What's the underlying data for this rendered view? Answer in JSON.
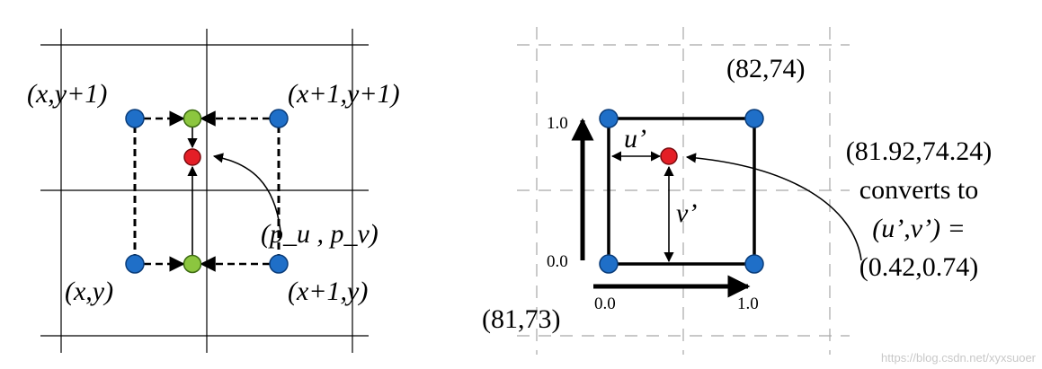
{
  "left_panel": {
    "corner_top_left": "(x,y+1)",
    "corner_top_right": "(x+1,y+1)",
    "corner_bottom_left": "(x,y)",
    "corner_bottom_right": "(x+1,y)",
    "sample_point": "(p_u , p_v)"
  },
  "right_panel": {
    "texel_top_right": "(82,74)",
    "texel_bottom_left": "(81,73)",
    "axis_v_max": "1.0",
    "axis_v_min": "0.0",
    "axis_u_min": "0.0",
    "axis_u_max": "1.0",
    "u_prime": "u’",
    "v_prime": "v’",
    "note_line1": "(81.92,74.24)",
    "note_line2": "converts to",
    "note_line3": "(u’,v’) =",
    "note_line4": "(0.42,0.74)"
  },
  "colors": {
    "corner": "#1f6fc8",
    "interp": "#8cc63f",
    "sample": "#e41e26"
  },
  "watermark": "https://blog.csdn.net/xyxsuoer"
}
